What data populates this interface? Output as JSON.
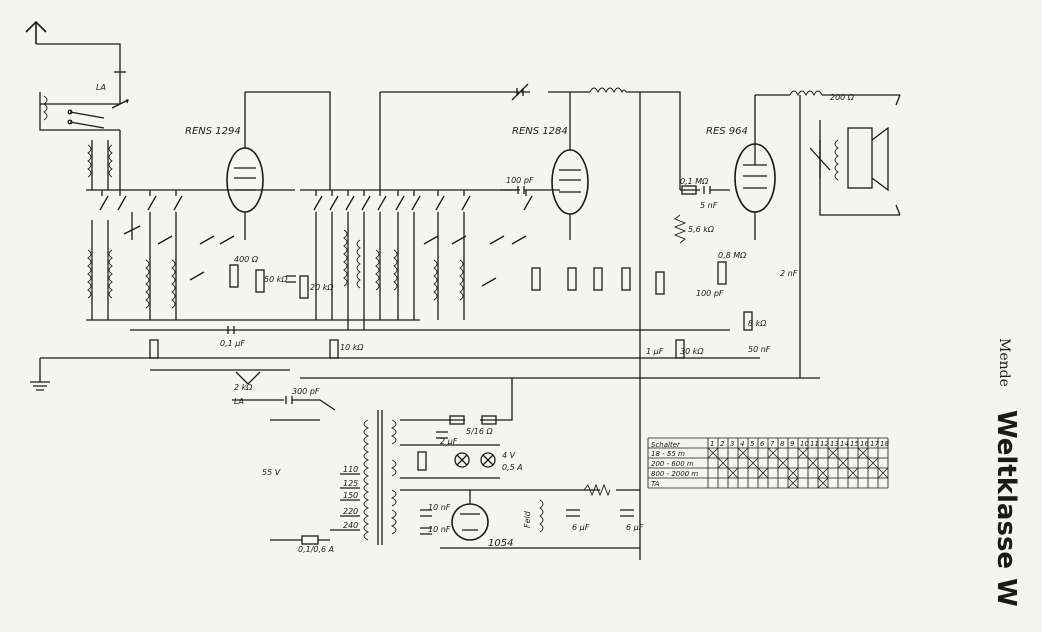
{
  "tubes": {
    "tube1": "RENS 1294",
    "tube2": "RENS 1284",
    "tube3": "RES 964",
    "rectifier": "1054"
  },
  "labels": {
    "la_top": "LA",
    "la_bottom": "LA",
    "cap_100pf": "100 pF",
    "cap_300pf": "300 pF",
    "r_400": "400 Ω",
    "r_50k": "50 kΩ",
    "r_20k": "20 kΩ",
    "r_10k": "10 kΩ",
    "r_2k": "2 kΩ",
    "c_01uf": "0,1 µF",
    "c_2uf": "2 µF",
    "c_5nf": "5 nF",
    "r_01m": "0,1 MΩ",
    "r_56k": "5,6 kΩ",
    "r_30k": "30 kΩ",
    "c_1uf": "1 µF",
    "r_08m": "0,8 MΩ",
    "c_100pf2": "100 pF",
    "r_8k": "8 kΩ",
    "c_50nf": "50 nF",
    "c_2nf": "2 nF",
    "r_200": "200 Ω",
    "r_516": "5/16 Ω",
    "lamp_v": "4 V",
    "lamp_a": "0,5 A",
    "volts": "55 V",
    "fuse": "0,1/0,6 A",
    "c_10nf_a": "10 nF",
    "c_10nf_b": "10 nF",
    "feld": "Feld",
    "c_6uf_a": "6 µF",
    "c_6uf_b": "6 µF",
    "taps": [
      "110",
      "125",
      "150",
      "220",
      "240"
    ]
  },
  "switch_table": {
    "header_label": "Schalter",
    "columns": [
      "1",
      "2",
      "3",
      "4",
      "5",
      "6",
      "7",
      "8",
      "9",
      "10",
      "11",
      "12",
      "13",
      "14",
      "15",
      "16",
      "17",
      "18"
    ],
    "rows": [
      {
        "label": "18 - 55 m",
        "crosses": [
          1,
          4,
          7,
          10,
          13,
          16
        ]
      },
      {
        "label": "200 - 600 m",
        "crosses": [
          2,
          5,
          8,
          11,
          14,
          17
        ]
      },
      {
        "label": "800 - 2000 m",
        "crosses": [
          3,
          6,
          9,
          12,
          15,
          18
        ]
      },
      {
        "label": "TA",
        "crosses": [
          9,
          12
        ]
      }
    ]
  },
  "title": {
    "brand": "Mende",
    "model": "Weltklasse W"
  }
}
